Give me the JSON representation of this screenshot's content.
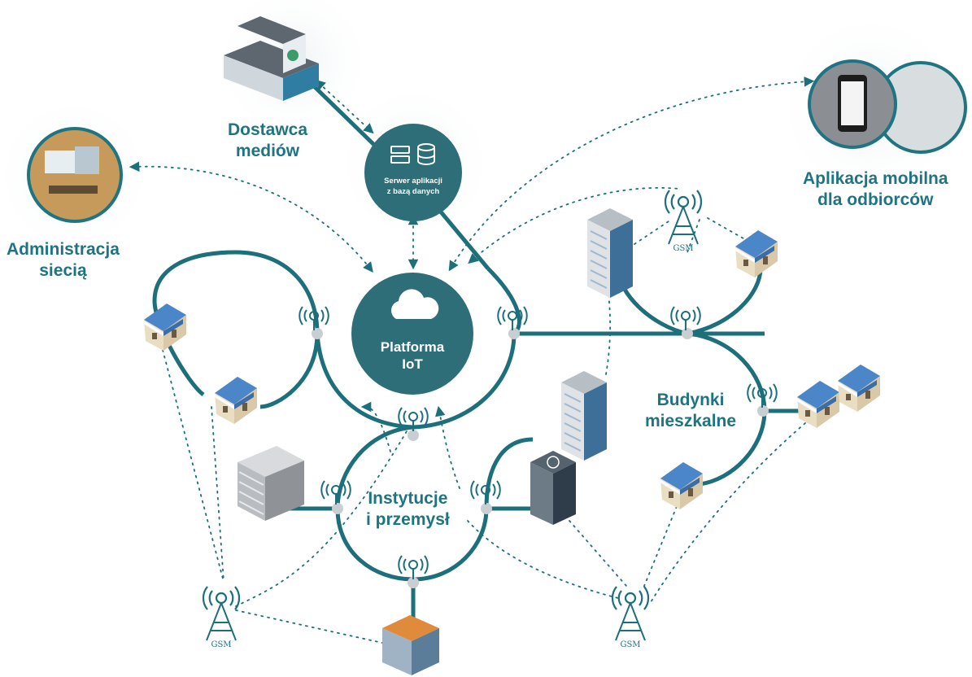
{
  "labels": {
    "media_supplier": [
      "Dostawca",
      "mediów"
    ],
    "network_admin": [
      "Administracja",
      "siecią"
    ],
    "mobile_app": [
      "Aplikacja mobilna",
      "dla odbiorców"
    ],
    "app_server": [
      "Serwer aplikacji",
      "z bazą danych"
    ],
    "iot_platform": [
      "Platforma",
      "IoT"
    ],
    "residential": [
      "Budynki",
      "mieszkalne"
    ],
    "institutions": [
      "Instytucje",
      "i przemysł"
    ]
  },
  "gsm_label": "GSM",
  "colors": {
    "teal_dark": "#1c6f7b",
    "teal_text": "#1f7481",
    "node_fill": "#2d6e78",
    "roof_blue": "#4a86c8",
    "node_grey": "#c9ced3"
  },
  "icons": [
    "cloud-icon",
    "server-icon",
    "database-icon",
    "antenna-icon",
    "house-icon",
    "office-building-icon",
    "factory-icon",
    "smartphone-icon",
    "computer-icon"
  ]
}
